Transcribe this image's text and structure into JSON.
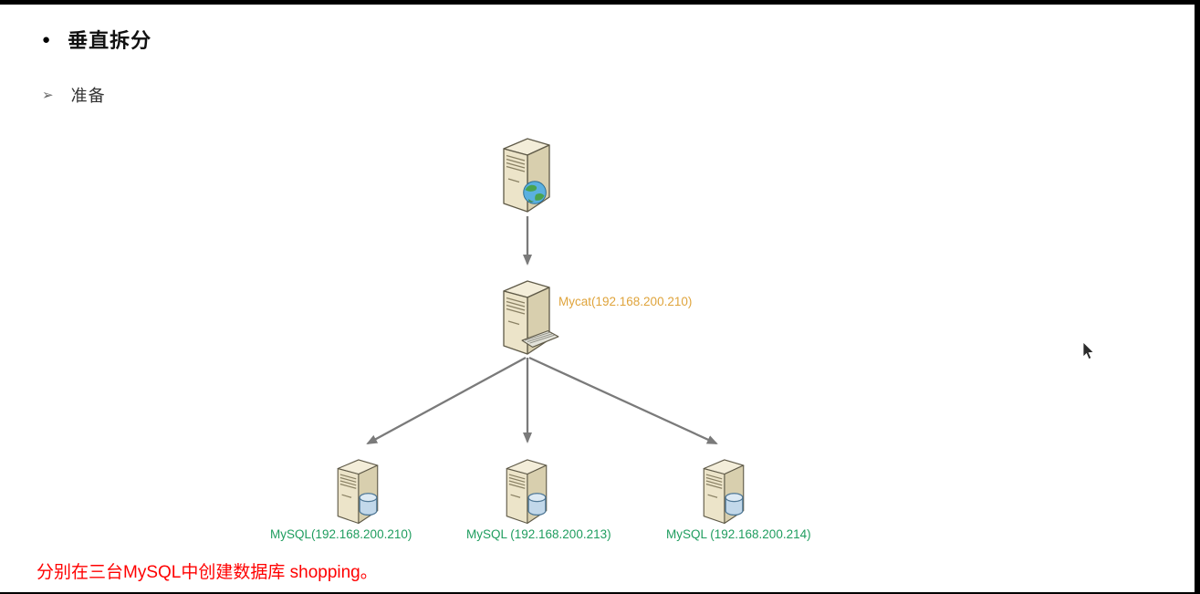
{
  "page": {
    "background": "#ffffff"
  },
  "outline": {
    "title_bullet": "●",
    "title": "垂直拆分",
    "subtitle_bullet": "➢",
    "subtitle": "准备"
  },
  "diagram": {
    "mycat": {
      "label": "Mycat(192.168.200.210)",
      "label_color": "#dfa43c"
    },
    "mysql_nodes": [
      {
        "label": "MySQL(192.168.200.210)"
      },
      {
        "label": "MySQL (192.168.200.213)"
      },
      {
        "label": "MySQL (192.168.200.214)"
      }
    ],
    "mysql_label_color": "#1f9d5f",
    "connector_color": "#7a7a7a"
  },
  "note": {
    "text": "分别在三台MySQL中创建数据库 shopping。",
    "color": "#ff0000"
  }
}
